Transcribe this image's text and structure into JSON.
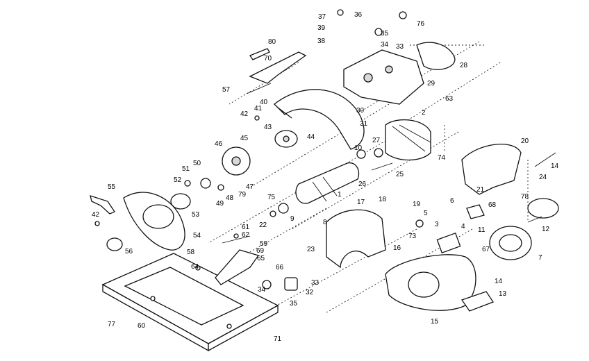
{
  "parts": [
    {
      "id": "p37",
      "n": "37"
    },
    {
      "id": "p36",
      "n": "36"
    },
    {
      "id": "p39",
      "n": "39"
    },
    {
      "id": "p38",
      "n": "38"
    },
    {
      "id": "p35a",
      "n": "35"
    },
    {
      "id": "p76",
      "n": "76"
    },
    {
      "id": "p34a",
      "n": "34"
    },
    {
      "id": "p33a",
      "n": "33"
    },
    {
      "id": "p80",
      "n": "80"
    },
    {
      "id": "p70",
      "n": "70"
    },
    {
      "id": "p28",
      "n": "28"
    },
    {
      "id": "p29",
      "n": "29"
    },
    {
      "id": "p57",
      "n": "57"
    },
    {
      "id": "p30",
      "n": "30"
    },
    {
      "id": "p40",
      "n": "40"
    },
    {
      "id": "p41",
      "n": "41"
    },
    {
      "id": "p42a",
      "n": "42"
    },
    {
      "id": "p43",
      "n": "43"
    },
    {
      "id": "p31",
      "n": "31"
    },
    {
      "id": "p63",
      "n": "63"
    },
    {
      "id": "p2",
      "n": "2"
    },
    {
      "id": "p45",
      "n": "45"
    },
    {
      "id": "p44",
      "n": "44"
    },
    {
      "id": "p46",
      "n": "46"
    },
    {
      "id": "p27",
      "n": "27"
    },
    {
      "id": "p10",
      "n": "10"
    },
    {
      "id": "p20",
      "n": "20"
    },
    {
      "id": "p74",
      "n": "74"
    },
    {
      "id": "p14a",
      "n": "14"
    },
    {
      "id": "p50",
      "n": "50"
    },
    {
      "id": "p51",
      "n": "51"
    },
    {
      "id": "p52",
      "n": "52"
    },
    {
      "id": "p47",
      "n": "47"
    },
    {
      "id": "p26",
      "n": "26"
    },
    {
      "id": "p25",
      "n": "25"
    },
    {
      "id": "p24",
      "n": "24"
    },
    {
      "id": "p21",
      "n": "21"
    },
    {
      "id": "p55",
      "n": "55"
    },
    {
      "id": "p79",
      "n": "79"
    },
    {
      "id": "p48",
      "n": "48"
    },
    {
      "id": "p49",
      "n": "49"
    },
    {
      "id": "p75",
      "n": "75"
    },
    {
      "id": "p1",
      "n": "1"
    },
    {
      "id": "p78",
      "n": "78"
    },
    {
      "id": "p53",
      "n": "53"
    },
    {
      "id": "p17",
      "n": "17"
    },
    {
      "id": "p18",
      "n": "18"
    },
    {
      "id": "p19",
      "n": "19"
    },
    {
      "id": "p6",
      "n": "6"
    },
    {
      "id": "p68",
      "n": "68"
    },
    {
      "id": "p42b",
      "n": "42"
    },
    {
      "id": "p22",
      "n": "22"
    },
    {
      "id": "p9",
      "n": "9"
    },
    {
      "id": "p8",
      "n": "8"
    },
    {
      "id": "p5",
      "n": "5"
    },
    {
      "id": "p3",
      "n": "3"
    },
    {
      "id": "p61",
      "n": "61"
    },
    {
      "id": "p62",
      "n": "62"
    },
    {
      "id": "p12",
      "n": "12"
    },
    {
      "id": "p73",
      "n": "73"
    },
    {
      "id": "p54",
      "n": "54"
    },
    {
      "id": "p4",
      "n": "4"
    },
    {
      "id": "p11",
      "n": "11"
    },
    {
      "id": "p56",
      "n": "56"
    },
    {
      "id": "p59",
      "n": "59"
    },
    {
      "id": "p23",
      "n": "23"
    },
    {
      "id": "p16",
      "n": "16"
    },
    {
      "id": "p58",
      "n": "58"
    },
    {
      "id": "p69",
      "n": "69"
    },
    {
      "id": "p67",
      "n": "67"
    },
    {
      "id": "p7",
      "n": "7"
    },
    {
      "id": "p65",
      "n": "65"
    },
    {
      "id": "p64",
      "n": "64"
    },
    {
      "id": "p66",
      "n": "66"
    },
    {
      "id": "p34b",
      "n": "34"
    },
    {
      "id": "p33b",
      "n": "33"
    },
    {
      "id": "p32",
      "n": "32"
    },
    {
      "id": "p14b",
      "n": "14"
    },
    {
      "id": "p13",
      "n": "13"
    },
    {
      "id": "p35b",
      "n": "35"
    },
    {
      "id": "p77",
      "n": "77"
    },
    {
      "id": "p60",
      "n": "60"
    },
    {
      "id": "p15",
      "n": "15"
    },
    {
      "id": "p71",
      "n": "71"
    }
  ]
}
